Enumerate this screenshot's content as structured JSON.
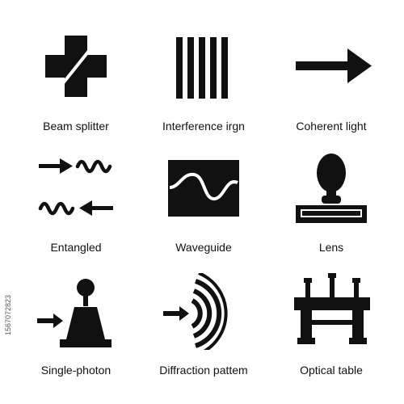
{
  "icons": [
    {
      "label": "Beam splitter",
      "icon": "beam-splitter-icon"
    },
    {
      "label": "Interference irgn",
      "icon": "interference-icon"
    },
    {
      "label": "Coherent light",
      "icon": "coherent-light-icon"
    },
    {
      "label": "Entangled",
      "icon": "entangled-icon"
    },
    {
      "label": "Waveguide",
      "icon": "waveguide-icon"
    },
    {
      "label": "Lens",
      "icon": "lens-icon"
    },
    {
      "label": "Single-photon",
      "icon": "single-photon-icon"
    },
    {
      "label": "Diffraction pattem",
      "icon": "diffraction-pattern-icon"
    },
    {
      "label": "Optical table",
      "icon": "optical-table-icon"
    }
  ],
  "stock_id": "1567072823",
  "colors": {
    "icon": "#111111",
    "background": "#ffffff"
  }
}
